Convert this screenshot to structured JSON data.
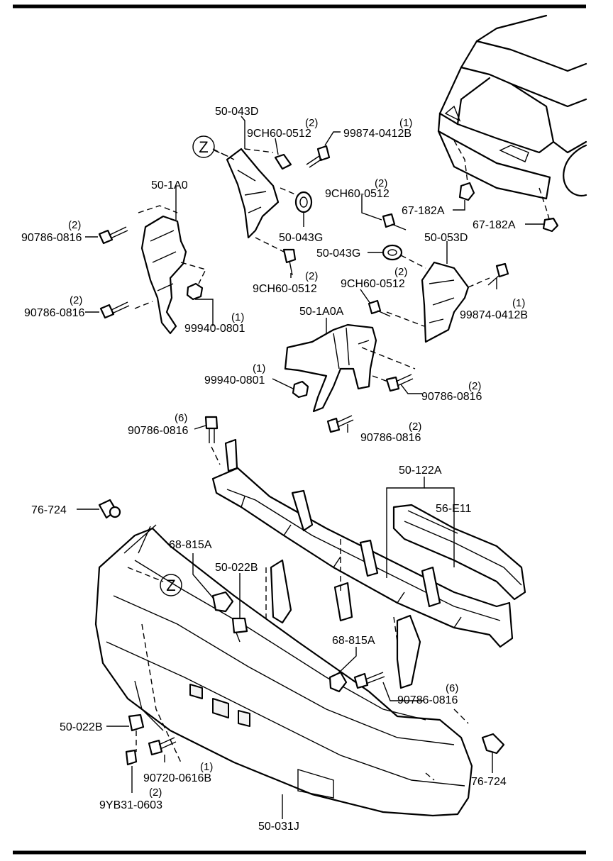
{
  "zone_marker": "Z",
  "labels": {
    "p50_043D": "50-043D",
    "p9CH60_0512_a": "9CH60-0512",
    "p9CH60_0512_a_qty": "(2)",
    "p99874_0412B_a": "99874-0412B",
    "p99874_0412B_a_qty": "(1)",
    "p50_1A0": "50-1A0",
    "p90786_0816_a": "90786-0816",
    "p90786_0816_a_qty": "(2)",
    "p50_043G_a": "50-043G",
    "p9CH60_0512_b": "9CH60-0512",
    "p9CH60_0512_b_qty": "(2)",
    "p67_182A_a": "67-182A",
    "p67_182A_b": "67-182A",
    "p50_053D": "50-053D",
    "p50_043G_b": "50-043G",
    "p9CH60_0512_c": "9CH60-0512",
    "p9CH60_0512_c_qty": "(2)",
    "p90786_0816_b": "90786-0816",
    "p90786_0816_b_qty": "(2)",
    "p99940_0801_a": "99940-0801",
    "p99940_0801_a_qty": "(1)",
    "p9CH60_0512_d": "9CH60-0512",
    "p9CH60_0512_d_qty": "(2)",
    "p99874_0412B_b": "99874-0412B",
    "p99874_0412B_b_qty": "(1)",
    "p50_1A0A": "50-1A0A",
    "p99940_0801_b": "99940-0801",
    "p99940_0801_b_qty": "(1)",
    "p90786_0816_c": "90786-0816",
    "p90786_0816_c_qty": "(2)",
    "p90786_0816_d": "90786-0816",
    "p90786_0816_d_qty": "(2)",
    "p90786_0816_e": "90786-0816",
    "p90786_0816_e_qty": "(6)",
    "p50_122A": "50-122A",
    "p56_E11": "56-E11",
    "p76_724_a": "76-724",
    "p68_815A_a": "68-815A",
    "p50_022B_a": "50-022B",
    "p68_815A_b": "68-815A",
    "p90786_0816_f": "90786-0816",
    "p90786_0816_f_qty": "(6)",
    "p50_022B_b": "50-022B",
    "p90720_0616B": "90720-0616B",
    "p90720_0616B_qty": "(1)",
    "p9YB31_0603": "9YB31-0603",
    "p9YB31_0603_qty": "(2)",
    "p76_724_b": "76-724",
    "p50_031J": "50-031J"
  }
}
